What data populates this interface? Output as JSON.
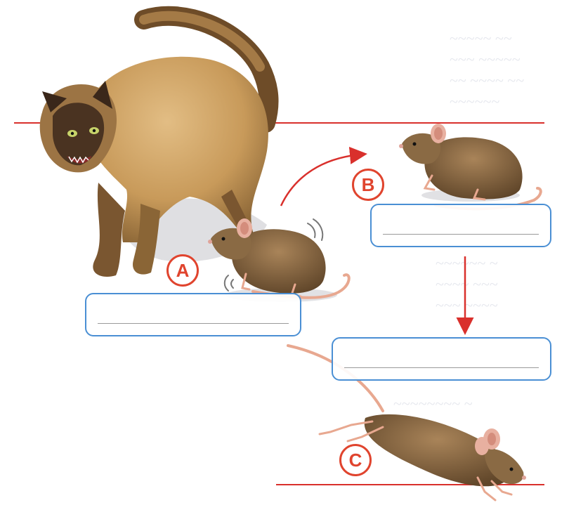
{
  "labels": {
    "a": "A",
    "b": "B",
    "c": "C"
  },
  "colors": {
    "rule": "#d9302c",
    "box_border": "#4a8fd4",
    "marker": "#e0442e",
    "cat_fur": "#c89a5a",
    "mouse_fur": "#8a6a44"
  },
  "answer_boxes": [
    {
      "id": "a",
      "value": ""
    },
    {
      "id": "b",
      "value": ""
    },
    {
      "id": "c",
      "value": ""
    }
  ]
}
